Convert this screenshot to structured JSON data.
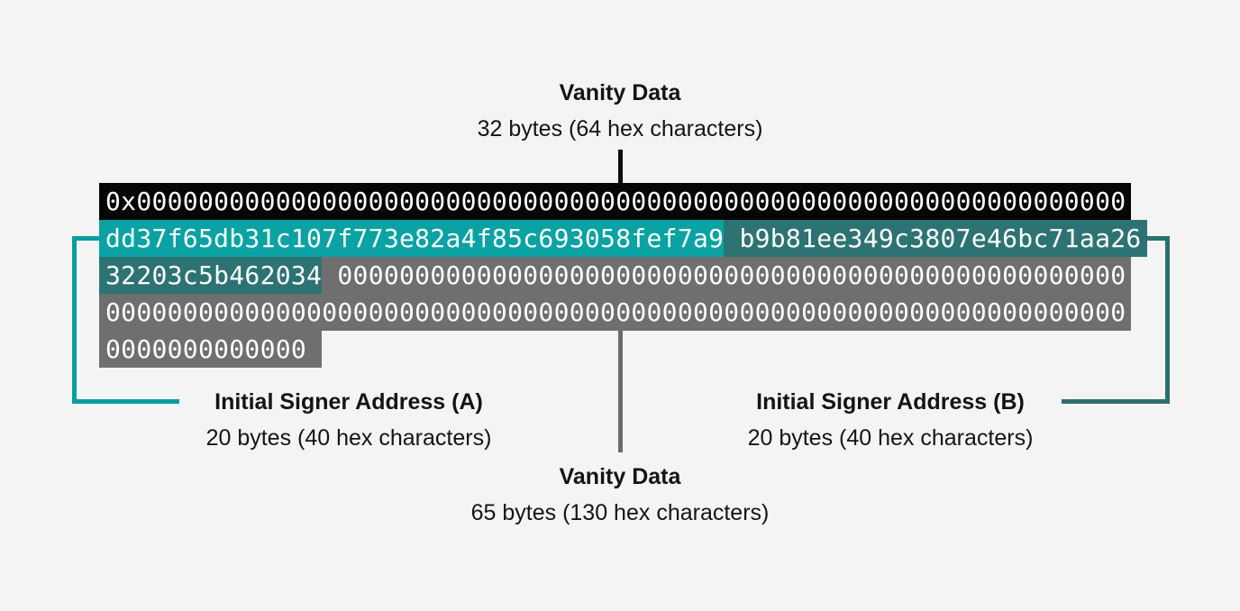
{
  "colors": {
    "background": "#f4f4f4",
    "row_black": "#060606",
    "teal_bright": "#0aa2a2",
    "teal_dark": "#2e7373",
    "gray": "#6f6f6f",
    "bracket_a": "#0a9d9d",
    "bracket_b": "#2d6f6f",
    "connector_black": "#0d0d0d",
    "connector_gray": "#6b6b6b",
    "hex_text": "#ffffff",
    "label_text": "#141414"
  },
  "top_label": {
    "title": "Vanity Data",
    "subtitle": "32 bytes (64 hex characters)"
  },
  "hex_block": {
    "rows": [
      {
        "segments": [
          {
            "text": "0x0000000000000000000000000000000000000000000000000000000000000000"
          }
        ]
      },
      {
        "segments": [
          {
            "text": "dd37f65db31c107f773e82a4f85c693058fef7a9"
          },
          {
            "text": " b9b81ee349c3807e46bc71aa26"
          }
        ]
      },
      {
        "segments": [
          {
            "text": "32203c5b462034"
          },
          {
            "text": " 000000000000000000000000000000000000000000000000000"
          }
        ]
      },
      {
        "segments": [
          {
            "text": "000000000000000000000000000000000000000000000000000000000000000000"
          }
        ]
      },
      {
        "segments": [
          {
            "text": "0000000000000"
          }
        ]
      }
    ]
  },
  "signer_a_label": {
    "title": "Initial Signer Address (A)",
    "subtitle": "20 bytes (40 hex characters)"
  },
  "signer_b_label": {
    "title": "Initial Signer Address (B)",
    "subtitle": "20 bytes (40 hex characters)"
  },
  "bottom_label": {
    "title": "Vanity Data",
    "subtitle": "65 bytes (130 hex characters)"
  }
}
